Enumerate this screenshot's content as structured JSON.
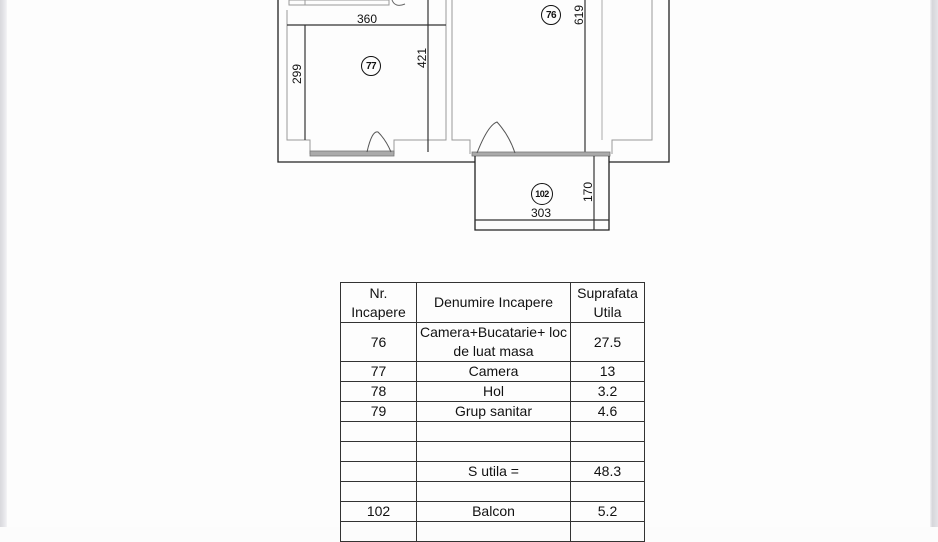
{
  "floor_plan": {
    "dimensions": {
      "top_width": "360",
      "room77_height": "299",
      "room77_side": "421",
      "room76_height": "619",
      "balcony_width": "303",
      "balcony_depth": "170"
    },
    "room_tags": {
      "r76": "76",
      "r77": "77",
      "r102": "102"
    }
  },
  "table": {
    "headers": {
      "nr": "Nr. Incapere",
      "name": "Denumire Incapere",
      "area": "Suprafata Utila"
    },
    "rows": [
      {
        "nr": "76",
        "name": "Camera+Bucatarie+ loc de luat masa",
        "area": "27.5"
      },
      {
        "nr": "77",
        "name": "Camera",
        "area": "13"
      },
      {
        "nr": "78",
        "name": "Hol",
        "area": "3.2"
      },
      {
        "nr": "79",
        "name": "Grup sanitar",
        "area": "4.6"
      },
      {
        "nr": "",
        "name": "",
        "area": ""
      },
      {
        "nr": "",
        "name": "",
        "area": ""
      },
      {
        "nr": "",
        "name": "S utila =",
        "area": "48.3"
      },
      {
        "nr": "",
        "name": "",
        "area": ""
      },
      {
        "nr": "102",
        "name": "Balcon",
        "area": "5.2"
      }
    ]
  }
}
